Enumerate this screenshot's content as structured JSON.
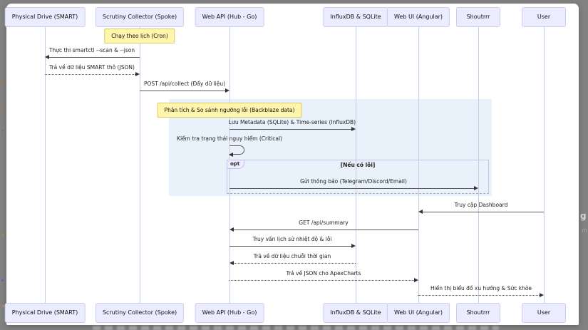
{
  "diagram": {
    "type": "sequence",
    "actors": [
      {
        "label": "Physical Drive (SMART)"
      },
      {
        "label": "Scrutiny Collector (Spoke)"
      },
      {
        "label": "Web API (Hub - Go)"
      },
      {
        "label": "InfluxDB & SQLite"
      },
      {
        "label": "Web UI (Angular)"
      },
      {
        "label": "Shoutrrr"
      },
      {
        "label": "User"
      }
    ],
    "notes": [
      {
        "label": "Chạy theo lịch (Cron)",
        "over": "Scrutiny Collector (Spoke)"
      },
      {
        "label": "Phân tích & So sánh ngưỡng lỗi (Backblaze data)",
        "over": "Web API (Hub - Go)"
      }
    ],
    "fragment": {
      "keyword": "opt",
      "condition": "[Nếu có lỗi]"
    },
    "messages": [
      {
        "label": "Thực thi smartctl --scan & --json",
        "from": "Scrutiny Collector (Spoke)",
        "to": "Physical Drive (SMART)",
        "line": "solid"
      },
      {
        "label": "Trả về dữ liệu SMART thô (JSON)",
        "from": "Physical Drive (SMART)",
        "to": "Scrutiny Collector (Spoke)",
        "line": "dotted"
      },
      {
        "label": "POST /api/collect (Đẩy dữ liệu)",
        "from": "Scrutiny Collector (Spoke)",
        "to": "Web API (Hub - Go)",
        "line": "solid"
      },
      {
        "label": "Lưu Metadata (SQLite) & Time-series (InfluxDB)",
        "from": "Web API (Hub - Go)",
        "to": "InfluxDB & SQLite",
        "line": "solid"
      },
      {
        "label": "Kiểm tra trạng thái nguy hiểm (Critical)",
        "from": "Web API (Hub - Go)",
        "to": "Web API (Hub - Go)",
        "line": "self"
      },
      {
        "label": "Gửi thông báo (Telegram/Discord/Email)",
        "from": "Web API (Hub - Go)",
        "to": "Shoutrrr",
        "line": "solid"
      },
      {
        "label": "Truy cập Dashboard",
        "from": "User",
        "to": "Web UI (Angular)",
        "line": "solid"
      },
      {
        "label": "GET /api/summary",
        "from": "Web UI (Angular)",
        "to": "Web API (Hub - Go)",
        "line": "solid"
      },
      {
        "label": "Truy vấn lịch sử nhiệt độ & lỗi",
        "from": "Web API (Hub - Go)",
        "to": "InfluxDB & SQLite",
        "line": "solid"
      },
      {
        "label": "Trả về dữ liệu chuỗi thời gian",
        "from": "InfluxDB & SQLite",
        "to": "Web API (Hub - Go)",
        "line": "dotted"
      },
      {
        "label": "Trả về JSON cho ApexCharts",
        "from": "Web API (Hub - Go)",
        "to": "Web UI (Angular)",
        "line": "dotted"
      },
      {
        "label": "Hiển thị biểu đồ xu hướng & Sức khỏe",
        "from": "Web UI (Angular)",
        "to": "User",
        "line": "dotted"
      }
    ],
    "colors": {
      "actor_fill": "#ECECFF",
      "actor_border": "#CDCDF0",
      "note_fill": "#FFF5AD",
      "note_border": "#D9CB66",
      "highlight_rect": "#E9F2FB",
      "arrow": "#5a5a5a",
      "lifeline": "#CBCBE8",
      "fragment_border": "#C9C2E8"
    }
  },
  "background": {
    "partial_text": {
      "frag1": "g",
      "frag2": "m"
    }
  }
}
